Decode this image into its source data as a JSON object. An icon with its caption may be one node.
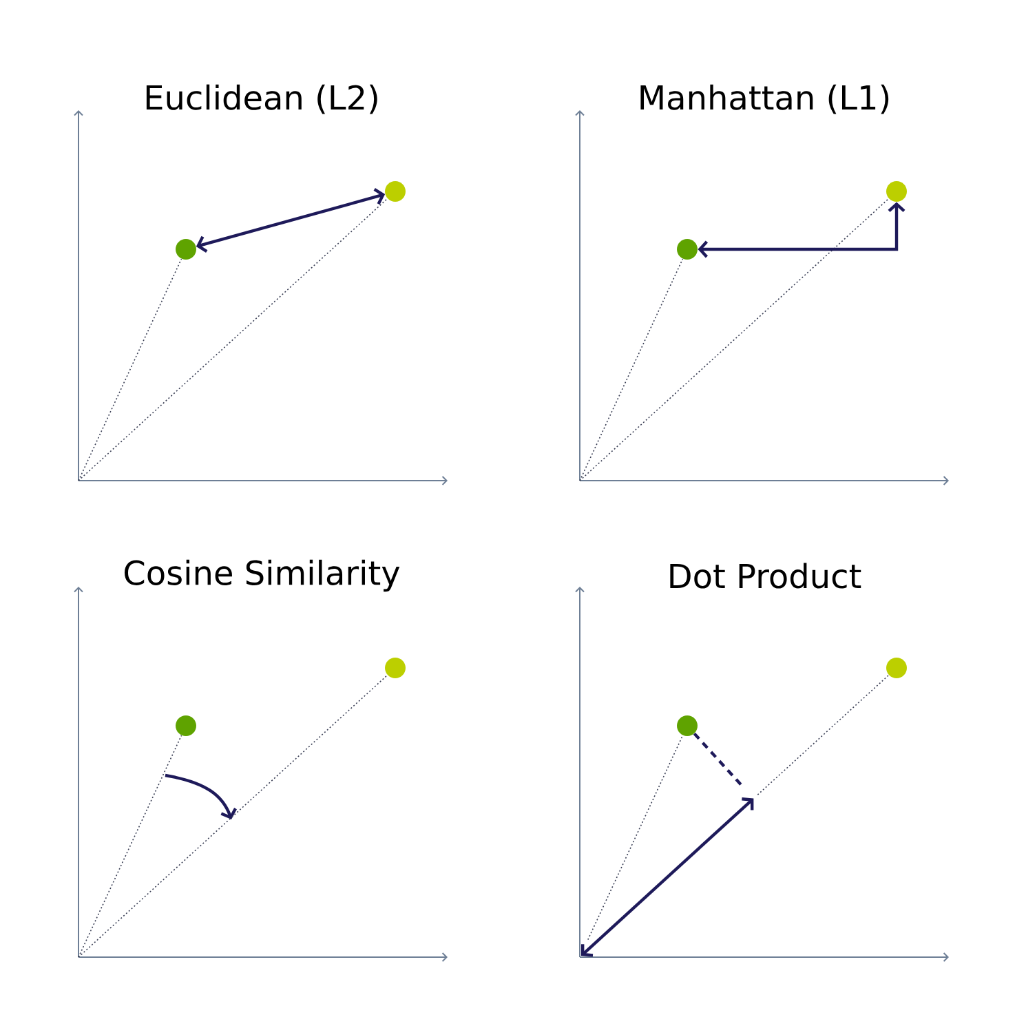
{
  "diagram": {
    "nodes": [
      {
        "text": [],
        "shape": "circle"
      },
      {
        "text": [],
        "shape": "circle"
      },
      {
        "text": [],
        "shape": "circle"
      },
      {
        "text": [],
        "shape": "circle"
      },
      {
        "text": [],
        "shape": "circle"
      },
      {
        "text": [],
        "shape": "circle"
      },
      {
        "text": [],
        "shape": "circle"
      },
      {
        "text": [],
        "shape": "circle"
      }
    ],
    "edges": [
      {
        "from": null,
        "to": 0,
        "arrow": "none",
        "style": "dashed"
      },
      {
        "from": null,
        "to": 1,
        "arrow": "none",
        "style": "dashed"
      },
      {
        "from": 1,
        "to": 0,
        "arrow": "both",
        "color": "#1e1a5a"
      },
      {
        "from": null,
        "to": 2,
        "arrow": "none",
        "style": "dashed"
      },
      {
        "from": null,
        "to": 3,
        "arrow": "none",
        "style": "dashed"
      },
      {
        "from": 3,
        "to": 2,
        "arrow": "both",
        "color": "#1e1a5a"
      },
      {
        "from": null,
        "to": 4,
        "arrow": "none",
        "style": "dashed"
      },
      {
        "from": null,
        "to": 5,
        "arrow": "none",
        "style": "dashed"
      },
      {
        "from": null,
        "to": 6,
        "arrow": "none",
        "style": "dashed"
      },
      {
        "from": null,
        "to": 7,
        "arrow": "none",
        "style": "dashed"
      },
      {
        "from": 6,
        "to": null,
        "arrow": "none",
        "style": "dashed",
        "color": "#1e1a5a"
      }
    ],
    "labels": [
      "Euclidean (L2)",
      "Manhattan (L1)",
      "Cosine Similarity",
      "Dot Product"
    ]
  }
}
